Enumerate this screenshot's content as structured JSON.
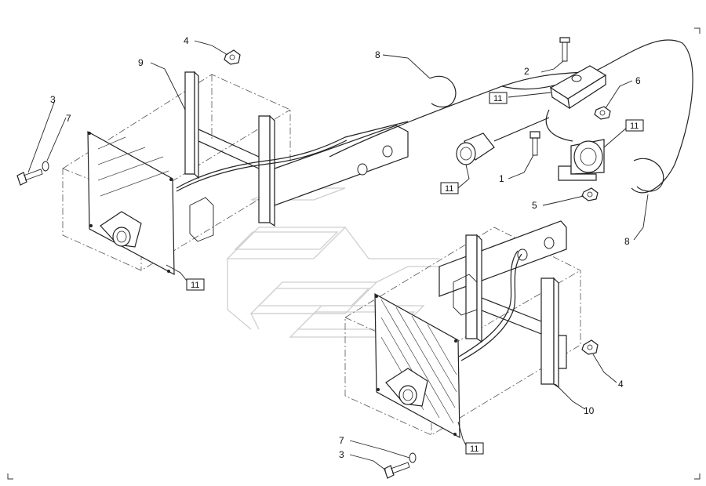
{
  "callouts": {
    "c1": "1",
    "c2": "2",
    "c3a": "3",
    "c3b": "3",
    "c4a": "4",
    "c4b": "4",
    "c5": "5",
    "c6": "6",
    "c7a": "7",
    "c7b": "7",
    "c8a": "8",
    "c8b": "8",
    "c9": "9",
    "c10": "10"
  },
  "ref_boxes": {
    "b1": "11",
    "b2": "11",
    "b3": "11",
    "b4": "11",
    "b5": "11"
  }
}
